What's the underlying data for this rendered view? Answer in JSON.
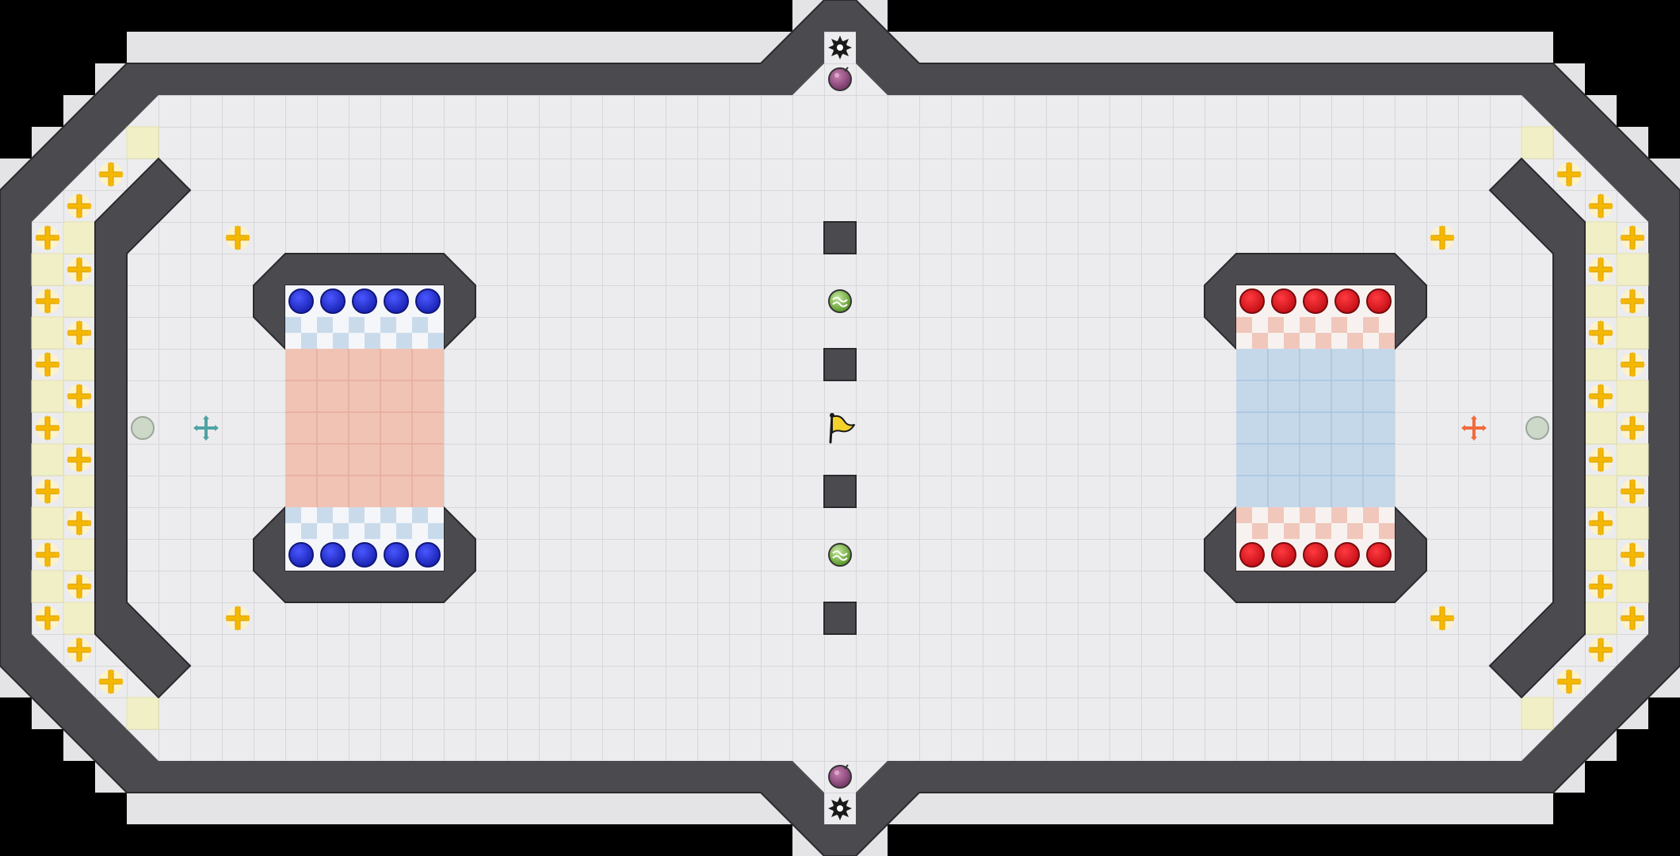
{
  "map": {
    "colors": {
      "background": "#000000",
      "floor": "#ececee",
      "grid_line": "#d7d7db",
      "wall": "#4a4a4f",
      "wall_edge": "#2a2a2e",
      "outer_pad": "#e4e4e6",
      "tan_tile": "#f1efc6",
      "red_team": "#e8272e",
      "blue_team": "#2f3bd8",
      "red_zone": "#f0c3b5",
      "blue_zone": "#c5d8ea",
      "boost": "#f5b800",
      "flag": "#f2d22b",
      "powerup_green": "#9ccc65",
      "spike": "#1a1a1a",
      "neutral_marker": "#cdd8c8"
    },
    "left_team_balls": 10,
    "right_team_balls": 10,
    "boosts_left_column": 14,
    "boosts_right_column": 14,
    "icons": [
      "flag-icon",
      "spike-icon",
      "bomb-icon",
      "powerup-icon",
      "boost-icon",
      "team-boost-blue-icon",
      "team-boost-red-icon"
    ]
  }
}
